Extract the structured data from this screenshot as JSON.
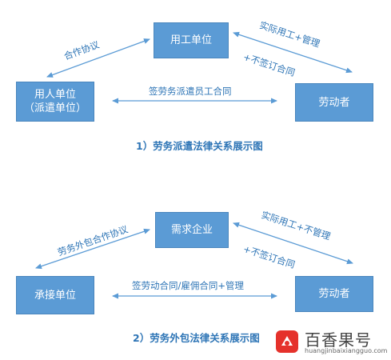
{
  "diagram1": {
    "employer": "用工单位",
    "dispatcher_line1": "用人单位",
    "dispatcher_line2": "（派遣单位）",
    "worker": "劳动者",
    "edge_cooperation": "合作协议",
    "edge_dispatch_contract": "签劳务派遣员工合同",
    "edge_actual_use": "实际用工+管理",
    "edge_no_contract": "+不签订合同",
    "caption": "1）劳务派遣法律关系展示图"
  },
  "diagram2": {
    "client": "需求企业",
    "contractor": "承接单位",
    "worker": "劳动者",
    "edge_outsourcing": "劳务外包合作协议",
    "edge_labor_contract": "签劳动合同/雇佣合同+管理",
    "edge_actual_use": "实际用工+不管理",
    "edge_no_contract": "+不签订合同",
    "caption": "2）劳务外包法律关系展示图"
  },
  "watermark": {
    "title": "百香果号",
    "url": "huangjinbaixiangguo.com",
    "logo_color": "#e5312b"
  },
  "colors": {
    "box_fill": "#5b9bd5",
    "text_blue": "#2e75b6",
    "arrow": "#5b9bd5"
  }
}
